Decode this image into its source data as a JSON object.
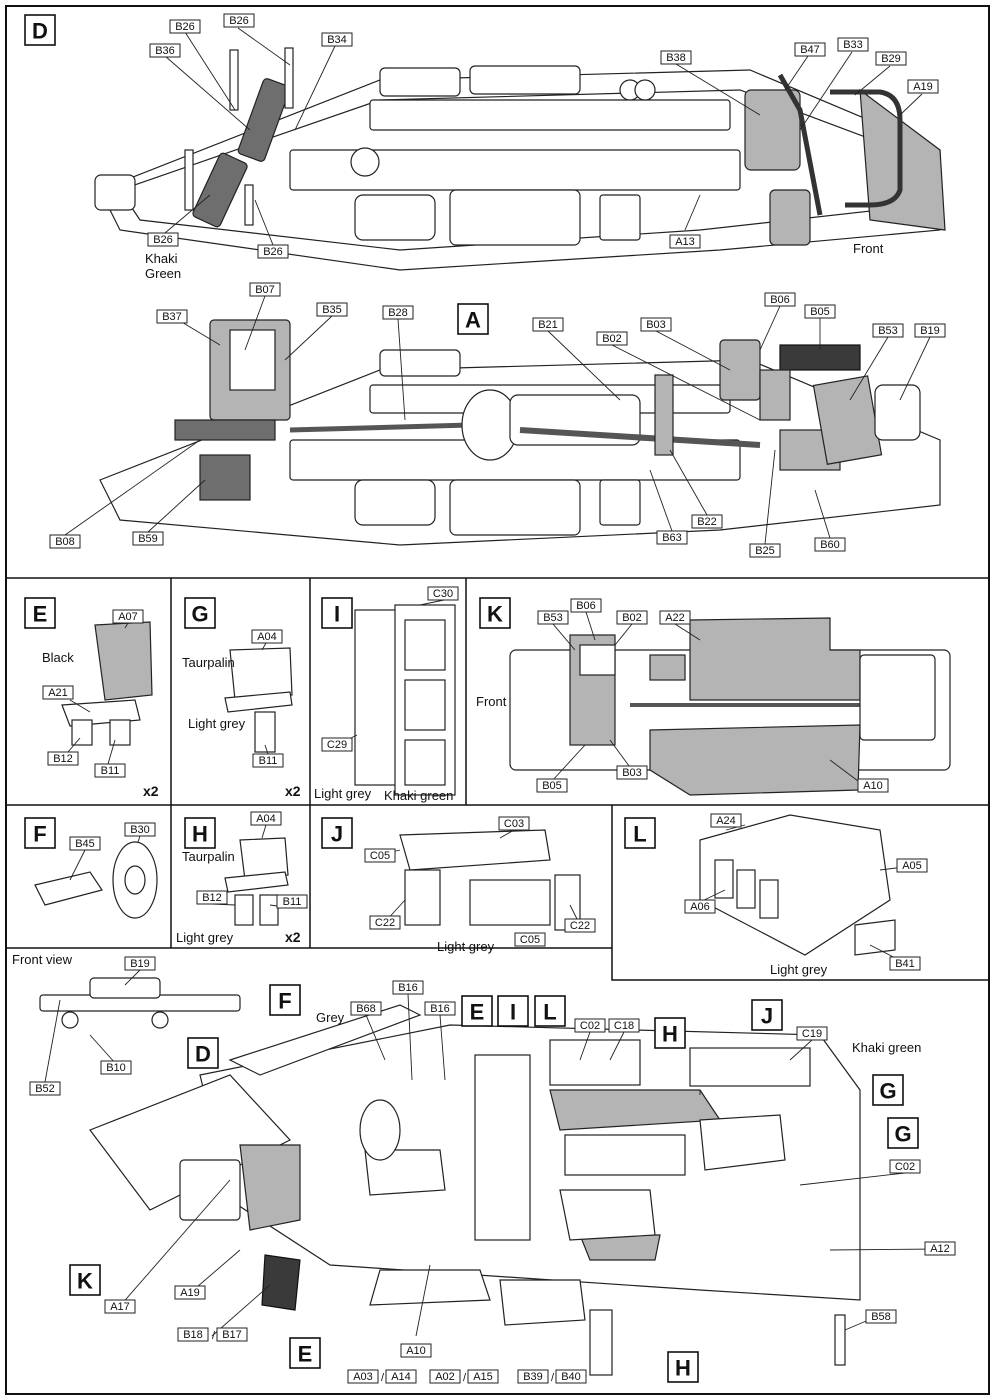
{
  "panels": {
    "D": "D",
    "A": "A",
    "E": "E",
    "G": "G",
    "I": "I",
    "K": "K",
    "F": "F",
    "H": "H",
    "J": "J",
    "L": "L"
  },
  "final": {
    "F": "F",
    "E_top": "E",
    "I": "I",
    "L": "L",
    "H_top": "H",
    "J": "J",
    "G1": "G",
    "G2": "G",
    "K": "K",
    "E_bottom": "E",
    "H_bottom": "H",
    "D": "D"
  },
  "notes": {
    "khaki_green_d": "Khaki\nGreen",
    "khaki_1": "Khaki",
    "khaki_2": "Green",
    "front_d": "Front",
    "black": "Black",
    "taurpalin_g": "Taurpalin",
    "light_grey_g": "Light grey",
    "light_grey_i": "Light grey",
    "khaki_green_i": "Khaki green",
    "front_k": "Front",
    "taurpalin_h": "Taurpalin",
    "light_grey_h": "Light grey",
    "light_grey_j": "Light grey",
    "light_grey_l": "Light grey",
    "front_view": "Front view",
    "grey": "Grey",
    "khaki_green_final": "Khaki green",
    "x2_e": "x2",
    "x2_g": "x2",
    "x2_h": "x2"
  },
  "labels_d": [
    "B26",
    "B26",
    "B36",
    "B34",
    "B38",
    "B47",
    "B33",
    "B29",
    "A19",
    "B26",
    "B26",
    "A13"
  ],
  "labels_a": [
    "B07",
    "B37",
    "B35",
    "B28",
    "B21",
    "B03",
    "B06",
    "B05",
    "B02",
    "B53",
    "B19",
    "B08",
    "B59",
    "B63",
    "B22",
    "B25",
    "B60"
  ],
  "labels_e": [
    "A07",
    "A21",
    "B12",
    "B11"
  ],
  "labels_g": [
    "A04",
    "B11"
  ],
  "labels_i": [
    "C30",
    "C29"
  ],
  "labels_k": [
    "B53",
    "B06",
    "B02",
    "A22",
    "B05",
    "B03",
    "A10"
  ],
  "labels_f": [
    "B45",
    "B30"
  ],
  "labels_h": [
    "A04",
    "B12",
    "B11"
  ],
  "labels_j": [
    "C03",
    "C05",
    "C22",
    "C22",
    "C05"
  ],
  "labels_l": [
    "A24",
    "A05",
    "A06",
    "B41"
  ],
  "labels_fv": [
    "B19",
    "B52",
    "B10"
  ],
  "labels_final": [
    "B68",
    "B16",
    "B16",
    "C02",
    "C18",
    "C19",
    "C02",
    "A12",
    "B58",
    "A17",
    "A19",
    "B18",
    "B17",
    "A10",
    "A03",
    "A14",
    "A02",
    "A15",
    "B39",
    "B40"
  ]
}
